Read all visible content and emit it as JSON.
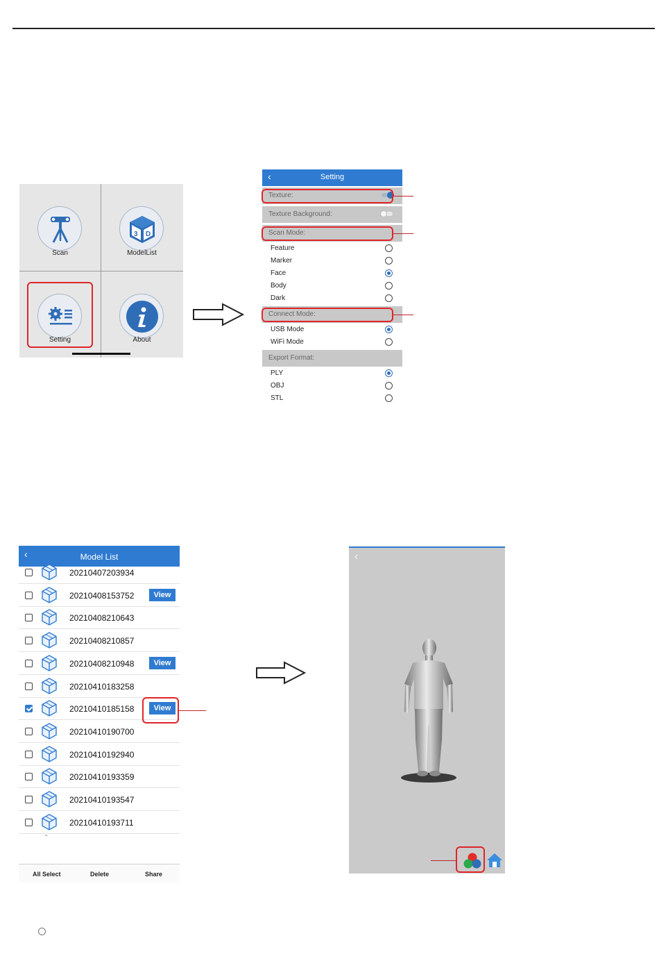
{
  "home": {
    "items": [
      {
        "label": "Scan",
        "icon": "tripod-scanner-icon"
      },
      {
        "label": "ModelList",
        "icon": "3d-cube-icon"
      },
      {
        "label": "Setting",
        "icon": "gear-list-icon"
      },
      {
        "label": "About",
        "icon": "info-icon"
      }
    ]
  },
  "setting": {
    "title": "Setting",
    "texture_label": "Texture:",
    "texture_bg_label": "Texture Background:",
    "scan_mode_label": "Scan Mode:",
    "scan_modes": [
      {
        "label": "Feature",
        "selected": false
      },
      {
        "label": "Marker",
        "selected": false
      },
      {
        "label": "Face",
        "selected": true
      },
      {
        "label": "Body",
        "selected": false
      },
      {
        "label": "Dark",
        "selected": false
      }
    ],
    "connect_mode_label": "Connect Mode:",
    "connect_modes": [
      {
        "label": "USB Mode",
        "selected": true
      },
      {
        "label": "WiFi Mode",
        "selected": false
      }
    ],
    "export_format_label": "Export Format:",
    "export_formats": [
      {
        "label": "PLY",
        "selected": true
      },
      {
        "label": "OBJ",
        "selected": false
      },
      {
        "label": "STL",
        "selected": false
      }
    ]
  },
  "model_list": {
    "title": "Model List",
    "view_label": "View",
    "rows": [
      {
        "name": "20210407203934",
        "checked": false,
        "view": false
      },
      {
        "name": "20210408153752",
        "checked": false,
        "view": true
      },
      {
        "name": "20210408210643",
        "checked": false,
        "view": false
      },
      {
        "name": "20210408210857",
        "checked": false,
        "view": false
      },
      {
        "name": "20210408210948",
        "checked": false,
        "view": true
      },
      {
        "name": "20210410183258",
        "checked": false,
        "view": false
      },
      {
        "name": "20210410185158",
        "checked": true,
        "view": true
      },
      {
        "name": "20210410190700",
        "checked": false,
        "view": false
      },
      {
        "name": "20210410192940",
        "checked": false,
        "view": false
      },
      {
        "name": "20210410193359",
        "checked": false,
        "view": false
      },
      {
        "name": "20210410193547",
        "checked": false,
        "view": false
      },
      {
        "name": "20210410193711",
        "checked": false,
        "view": false
      }
    ],
    "all_select_label": "All Select",
    "delete_label": "Delete",
    "share_label": "Share"
  },
  "colors": {
    "accent": "#2f7bd1",
    "highlight": "#e0252a",
    "viewer_bg": "#cacaca"
  }
}
